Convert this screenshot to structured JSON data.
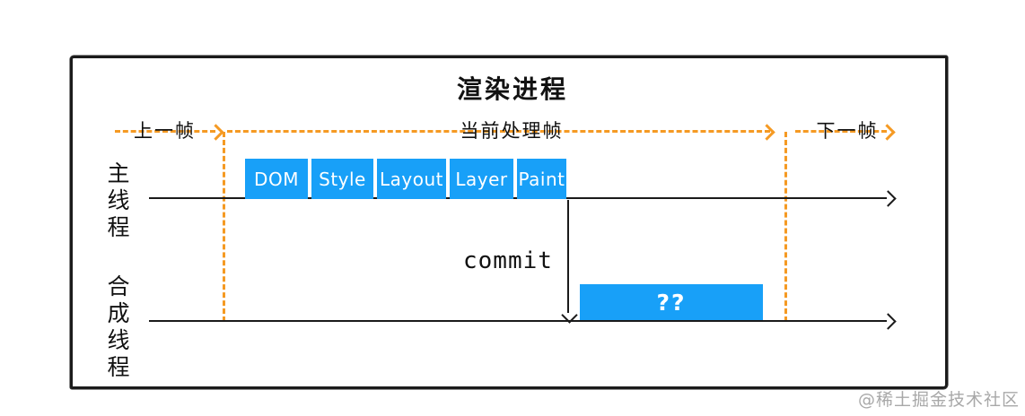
{
  "title": "渲染进程",
  "frames": {
    "prev": "上一帧",
    "current": "当前处理帧",
    "next": "下一帧"
  },
  "threads": {
    "main": "主线程",
    "compositor": "合成线程"
  },
  "stages": [
    {
      "label": "DOM"
    },
    {
      "label": "Style"
    },
    {
      "label": "Layout"
    },
    {
      "label": "Layer"
    },
    {
      "label": "Paint"
    }
  ],
  "commit_label": "commit",
  "compositor_task_label": "??",
  "watermark": "@稀土掘金技术社区",
  "colors": {
    "stage_blue": "#18A0F8",
    "frame_orange": "#F59A23",
    "line_black": "#1A1A1A",
    "watermark_gray": "#A8A8A8"
  }
}
